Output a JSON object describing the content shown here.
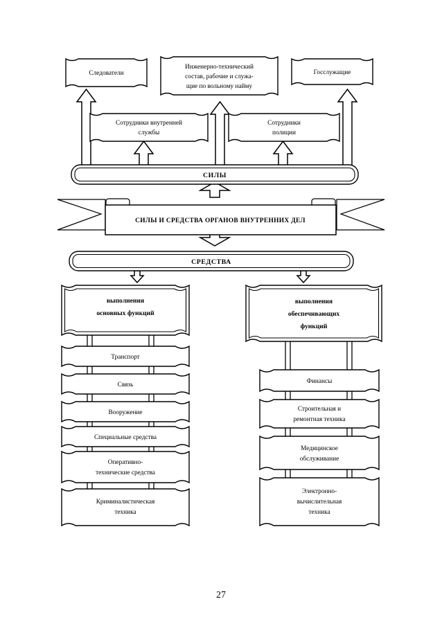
{
  "document": {
    "page_number": "27",
    "language": "ru"
  },
  "diagram": {
    "title": "СИЛЫ И СРЕДСТВА ОРГАНОВ ВНУТРЕННИХ ДЕЛ",
    "personnel_boxes": [
      {
        "id": "investigators",
        "label": "Следователи"
      },
      {
        "id": "engineering-technical",
        "label": "Инженерно-технический\nсостав, рабочие и служа-\nщие по вольному найму"
      },
      {
        "id": "civil-servants",
        "label": "Госслужащие"
      },
      {
        "id": "internal-service-staff",
        "label": "Сотрудники внутренней\nслужбы"
      },
      {
        "id": "police-staff",
        "label": "Сотрудники\nполиции"
      }
    ],
    "forces_header": "СИЛЫ",
    "means_header": "СРЕДСТВА",
    "categories": [
      {
        "id": "core-functions",
        "label": "выполнения\nосновных функций"
      },
      {
        "id": "support-functions",
        "label": "выполнения\nобеспечивающих\nфункций"
      }
    ],
    "core_function_items": [
      {
        "id": "transport",
        "label": "Транспорт"
      },
      {
        "id": "communications",
        "label": "Связь"
      },
      {
        "id": "armament",
        "label": "Вооружение"
      },
      {
        "id": "special-means",
        "label": "Специальные средства"
      },
      {
        "id": "operative-technical-means",
        "label": "Оперативно-\nтехнические средства"
      },
      {
        "id": "forensic-equipment",
        "label": "Криминалистическая\nтехника"
      }
    ],
    "support_function_items": [
      {
        "id": "finance",
        "label": "Финансы"
      },
      {
        "id": "construction-repair-equipment",
        "label": "Строительная и\nремонтная техника"
      },
      {
        "id": "medical-service",
        "label": "Медицинское\nобслуживание"
      },
      {
        "id": "computing-equipment",
        "label": "Электронно-\nвычислительная\nтехника"
      }
    ],
    "colors": {
      "stroke": "#000000",
      "fill": "#ffffff",
      "text": "#000000"
    }
  }
}
